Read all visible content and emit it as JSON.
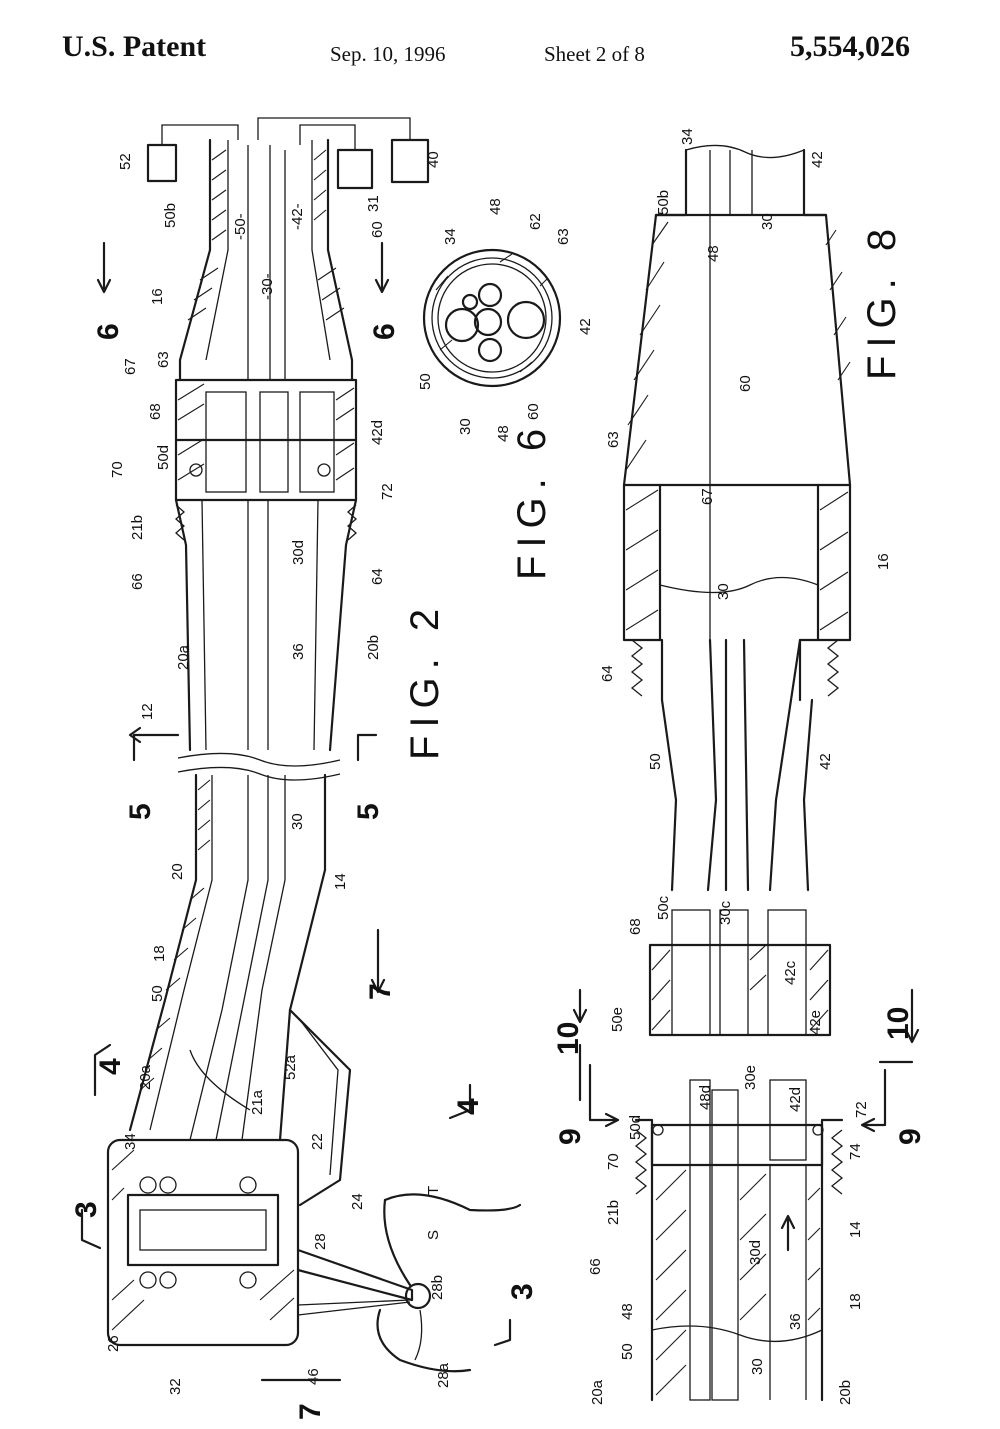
{
  "header": {
    "publisher": "U.S. Patent",
    "date": "Sep. 10, 1996",
    "sheet": "Sheet 2 of 8",
    "patent_number": "5,554,026"
  },
  "figures": {
    "fig2": "FIG. 2",
    "fig6": "FIG. 6",
    "fig8": "FIG. 8"
  },
  "section_markers": {
    "s3a": "3",
    "s3b": "3",
    "s4a": "4",
    "s4b": "4",
    "s5a": "5",
    "s5b": "5",
    "s6a": "6",
    "s6b": "6",
    "s7a": "7",
    "s7b": "7",
    "s9a": "9",
    "s9b": "9",
    "s10a": "10",
    "s10b": "10"
  },
  "fig2_labels": {
    "l52": "52",
    "l50b": "50b",
    "l16": "16",
    "l67": "67",
    "l63": "63",
    "l68": "68",
    "l50d": "50d",
    "l70": "70",
    "l21b": "21b",
    "l66": "66",
    "l20a": "20a",
    "l12": "12",
    "l20": "20",
    "l18": "18",
    "l50": "50",
    "l20a2": "20a",
    "l34": "34",
    "l26": "26",
    "l32": "32",
    "l46": "46",
    "l28a": "28a",
    "l28": "28",
    "l24": "24",
    "l22": "22",
    "l52a": "52a",
    "l21a": "21a",
    "l14": "14",
    "l30": "30",
    "l36": "36",
    "l20b": "20b",
    "l64": "64",
    "l30d": "30d",
    "l72": "72",
    "l42d": "42d",
    "l60": "60",
    "l31": "31",
    "l40": "40",
    "l42m": "-42-",
    "l30m": "-30-",
    "l50m": "-50-",
    "lS": "S",
    "lT": "T",
    "l28b": "28b"
  },
  "fig6_labels": {
    "l50": "50",
    "l30": "30",
    "l48a": "48",
    "l48b": "48",
    "l34": "34",
    "l62": "62",
    "l63": "63",
    "l42": "42",
    "l60": "60"
  },
  "fig8_labels": {
    "l34": "34",
    "l50b": "50b",
    "l48": "48",
    "l30a": "30",
    "l42a": "42",
    "l60": "60",
    "l63": "63",
    "l67": "67",
    "l16": "16",
    "l64": "64",
    "l50": "50",
    "l30b": "30",
    "l42b": "42",
    "l50c": "50c",
    "l30c": "30c",
    "l42c": "42c",
    "l68": "68",
    "l50e": "50e",
    "l30e": "30e",
    "l42e": "42e"
  },
  "fig9_labels": {
    "l48d": "48d",
    "l50d": "50d",
    "l70": "70",
    "l21b": "21b",
    "l66": "66",
    "l48": "48",
    "l50": "50",
    "l20a": "20a",
    "l30d": "30d",
    "l36": "36",
    "l30": "30",
    "l42d": "42d",
    "l72": "72",
    "l74": "74",
    "l14": "14",
    "l18": "18",
    "l20b": "20b"
  }
}
